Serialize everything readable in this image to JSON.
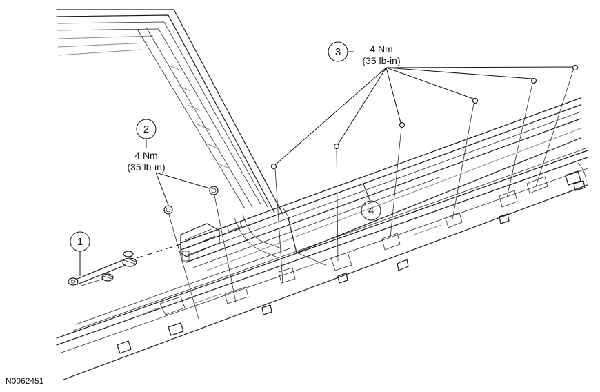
{
  "callouts": [
    {
      "id": "1",
      "label": "1"
    },
    {
      "id": "2",
      "label": "2",
      "torque_line1": "4 Nm",
      "torque_line2": "(35 lb-in)"
    },
    {
      "id": "3",
      "label": "3",
      "torque_line1": "4 Nm",
      "torque_line2": "(35 lb-in)"
    },
    {
      "id": "4",
      "label": "4"
    }
  ],
  "figure_code": "N0062451",
  "colors": {
    "line": "#1a1a1a",
    "background": "#ffffff",
    "detail": "#8a8a8a"
  }
}
